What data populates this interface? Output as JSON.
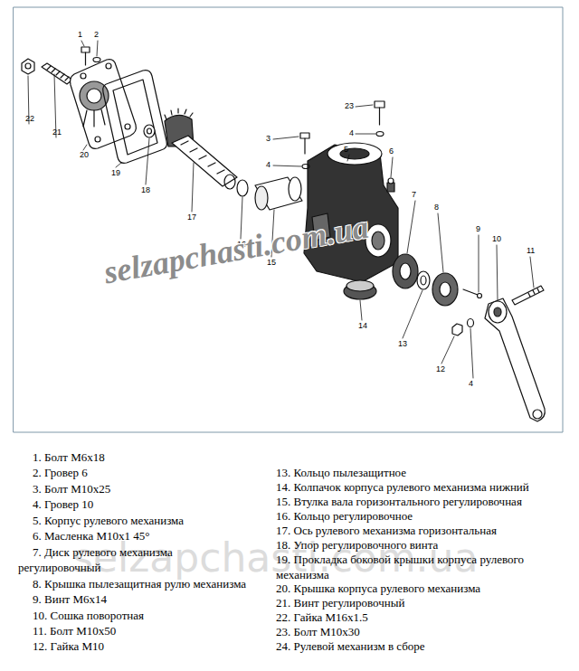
{
  "diagram": {
    "labels": [
      "1",
      "2",
      "22",
      "21",
      "20",
      "19",
      "18",
      "17",
      "16",
      "15",
      "3",
      "4",
      "23",
      "4",
      "5",
      "6",
      "7",
      "8",
      "9",
      "10",
      "11",
      "14",
      "13",
      "12",
      "4",
      "selzapchasti.com.ua",
      "1. Болт М6х18",
      "2. Гровер 6",
      "3. Болт М10х25",
      "4. Гровер 10",
      "5. Корпус рулевого механизма",
      "6. Масленка М10х1 45°",
      "7. Диск рулевого механизма регулировочный",
      "8. Крышка пылезащитная рулю механизма",
      "9. Винт М6х14",
      "10. Сошка поворотная",
      "11. Болт М10х50",
      "12. Гайка М10",
      "13. Кольцо пылезащитное",
      "14. Колпачок корпуса рулевого механизма нижний",
      "15. Втулка вала горизонтального регулировочная",
      "16. Кольцо регулировочное",
      "17. Ось рулевого механизма горизонтальная",
      "18. Упор регулировочного винта",
      "19. Прокладка боковой крышки корпуса рулевого механизма",
      "20. Крышка корпуса рулевого механизма",
      "21. Винт регулировочный",
      "22. Гайка М16х1.5",
      "23. Болт М10х30",
      "24. Рулевой механизм в сборе",
      "selzapchasti.com.ua"
    ]
  }
}
